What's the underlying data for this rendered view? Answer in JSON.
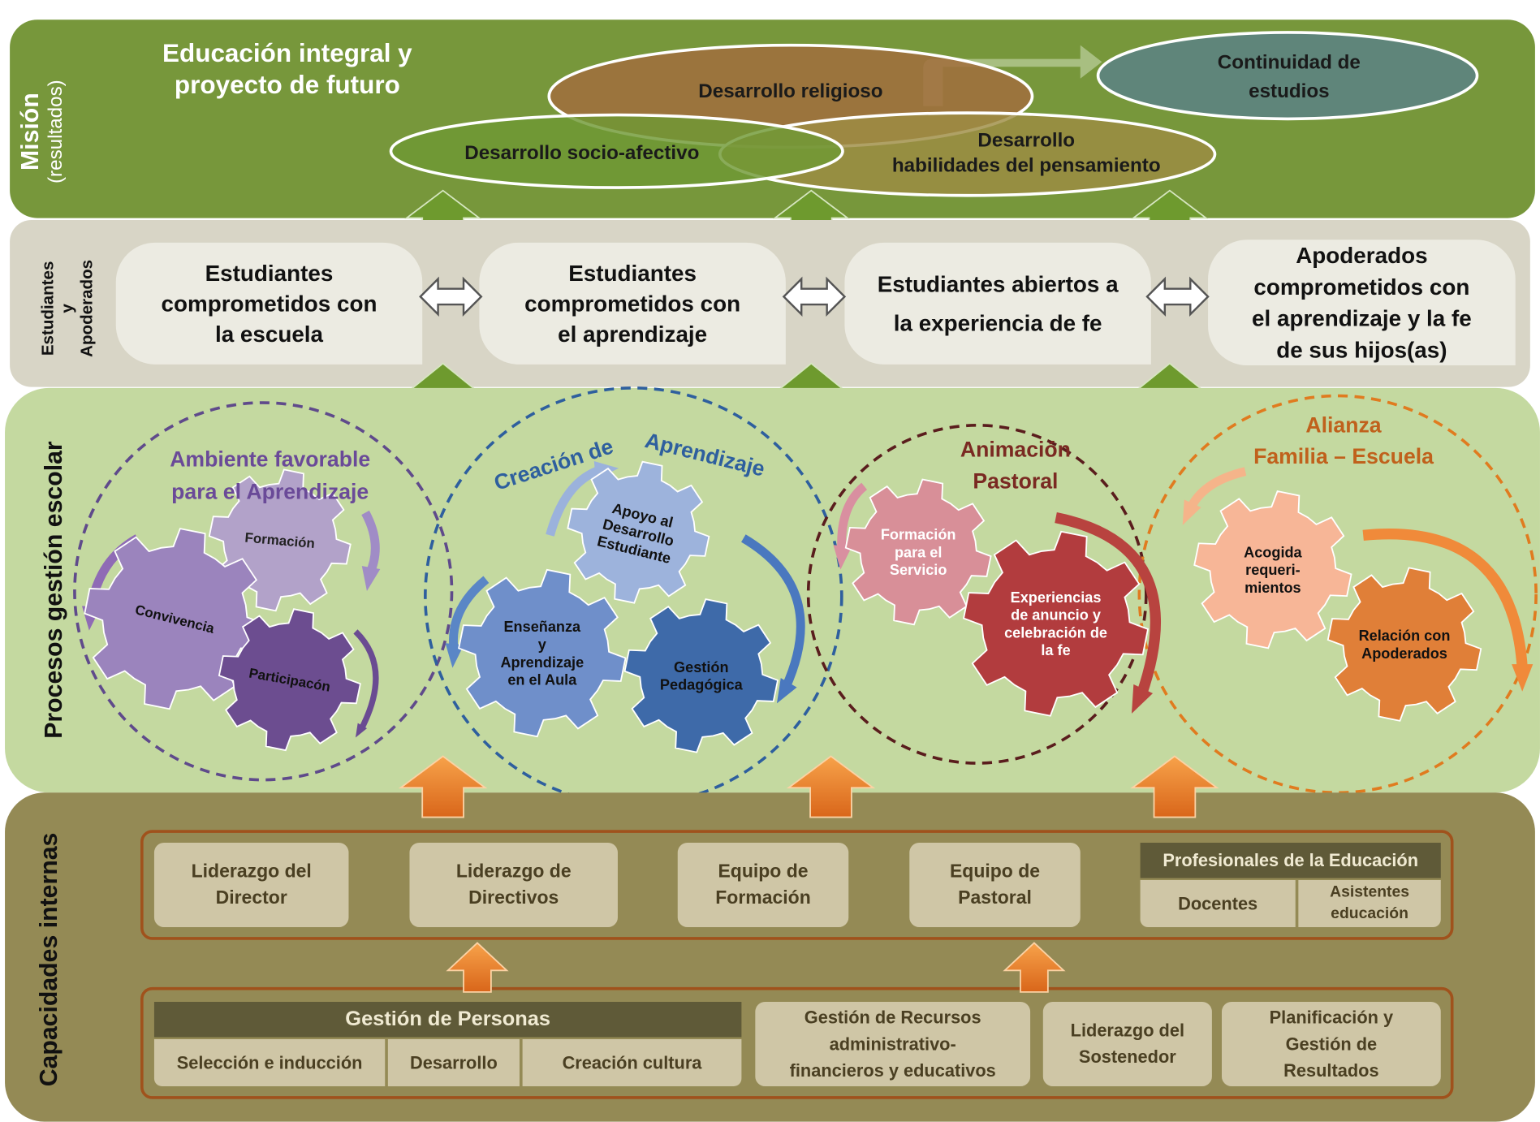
{
  "mision": {
    "label": "Misión",
    "sublabel": "(resultados)",
    "title_line1": "Educación integral y",
    "title_line2": "proyecto de futuro",
    "religioso": "Desarrollo religioso",
    "socio": "Desarrollo socio-afectivo",
    "habilidades_l1": "Desarrollo",
    "habilidades_l2": "habilidades del pensamiento",
    "continuidad_l1": "Continuidad de",
    "continuidad_l2": "estudios"
  },
  "estudiantes": {
    "label_l1": "Estudiantes",
    "label_l2": "y",
    "label_l3": "Apoderados",
    "pill1": [
      "Estudiantes",
      "comprometidos con",
      "la escuela"
    ],
    "pill2": [
      "Estudiantes",
      "comprometidos con",
      "el aprendizaje"
    ],
    "pill3": [
      "Estudiantes abiertos a",
      "la experiencia de fe"
    ],
    "pill4": [
      "Apoderados",
      "comprometidos con",
      "el aprendizaje y la fe",
      "de sus hijos(as)"
    ]
  },
  "procesos": {
    "label": "Procesos gestión escolar",
    "ambiente_l1": "Ambiente favorable",
    "ambiente_l2": "para el Aprendizaje",
    "formacion": "Formación",
    "convivencia": "Convivencia",
    "participacion": "Participacón",
    "creacion": "Creación de",
    "aprendizaje": "Aprendizaje",
    "apoyo": [
      "Apoyo al",
      "Desarrollo",
      "Estudiante"
    ],
    "ensenanza": [
      "Enseñanza",
      "y",
      "Aprendizaje",
      "en el Aula"
    ],
    "gestion_ped": [
      "Gestión",
      "Pedagógica"
    ],
    "animacion_l1": "Animación",
    "animacion_l2": "Pastoral",
    "formacion_servicio": [
      "Formación",
      "para el",
      "Servicio"
    ],
    "experiencias": [
      "Experiencias",
      "de anuncio y",
      "celebración de",
      "la fe"
    ],
    "alianza_l1": "Alianza",
    "alianza_l2": "Familia – Escuela",
    "acogida": [
      "Acogida",
      "requeri-",
      "mientos"
    ],
    "relacion": [
      "Relación con",
      "Apoderados"
    ]
  },
  "capacidades": {
    "label": "Capacidades internas",
    "liderazgo_director": [
      "Liderazgo del",
      "Director"
    ],
    "liderazgo_directivos": [
      "Liderazgo de",
      "Directivos"
    ],
    "equipo_formacion": [
      "Equipo de",
      "Formación"
    ],
    "equipo_pastoral": [
      "Equipo de",
      "Pastoral"
    ],
    "profesionales": "Profesionales de la Educación",
    "docentes": "Docentes",
    "asistentes": [
      "Asistentes",
      "educación"
    ],
    "gestion_personas": "Gestión de Personas",
    "seleccion": "Selección e inducción",
    "desarrollo": "Desarrollo",
    "creacion_cultura": "Creación cultura",
    "gestion_recursos": [
      "Gestión de Recursos",
      "administrativo-",
      "financieros y educativos"
    ],
    "liderazgo_sostenedor": [
      "Liderazgo del",
      "Sostenedor"
    ],
    "planificacion": [
      "Planificación y",
      "Gestión de",
      "Resultados"
    ]
  },
  "colors": {
    "mision_bg": "#77973b",
    "estudiantes_bg": "#d8d5c6",
    "procesos_bg": "#c4d9a0",
    "capacidades_bg": "#948a55",
    "purple": "#5f4a8b",
    "blue": "#2e5f9e",
    "maroon": "#5a1d1d",
    "orange": "#e07b1f"
  }
}
